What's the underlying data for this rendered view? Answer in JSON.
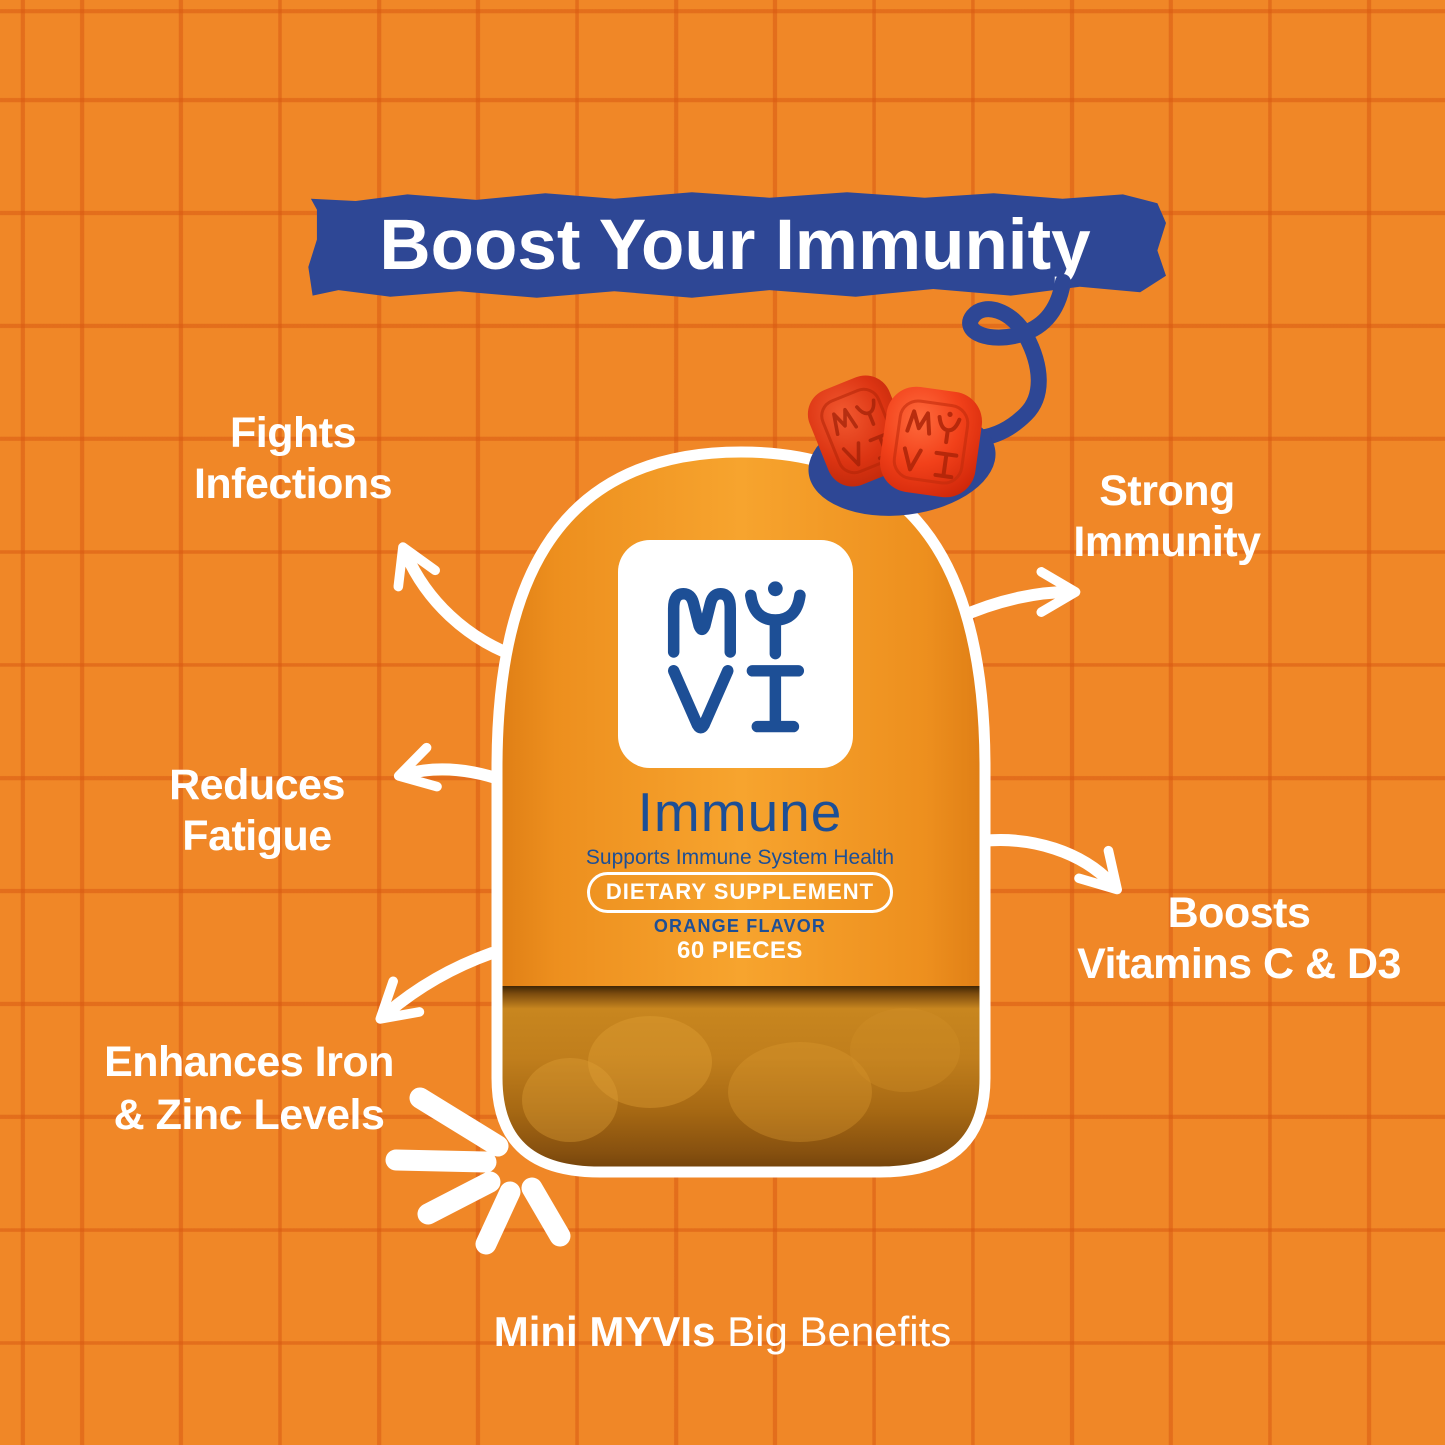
{
  "meta": {
    "description": "MYVI Immune gummies benefits infographic"
  },
  "colors": {
    "background_orange": "#F08727",
    "grid_line_orange": "#D95912",
    "banner_blue": "#2E4795",
    "brand_blue": "#1D4F96",
    "text_white": "#FFFFFF",
    "gummy_red": "#E8391B",
    "bottle_orange": "#F4A02C",
    "bottle_amber": "#A96913"
  },
  "banner": {
    "title": "Boost Your Immunity"
  },
  "benefits": [
    {
      "name": "fights-infections",
      "line1": "Fights",
      "line2": "Infections"
    },
    {
      "name": "strong-immunity",
      "line1": "Strong",
      "line2": "Immunity"
    },
    {
      "name": "reduces-fatigue",
      "line1": "Reduces",
      "line2": "Fatigue"
    },
    {
      "name": "boosts-vitamins",
      "line1": "Boosts",
      "line2": "Vitamins C & D3"
    },
    {
      "name": "enhances-iron-zinc",
      "line1": "Enhances Iron",
      "line2": "& Zinc Levels"
    }
  ],
  "bottle": {
    "brand_logo": "MYVI",
    "product_name": "Immune",
    "subtitle": "Supports Immune System Health",
    "badge": "DIETARY SUPPLEMENT",
    "flavor": "ORANGE FLAVOR",
    "quantity": "60 PIECES"
  },
  "gummies": {
    "emboss_text": "MYVI"
  },
  "tagline": {
    "bold": "Mini MYVIs",
    "rest": " Big Benefits"
  }
}
